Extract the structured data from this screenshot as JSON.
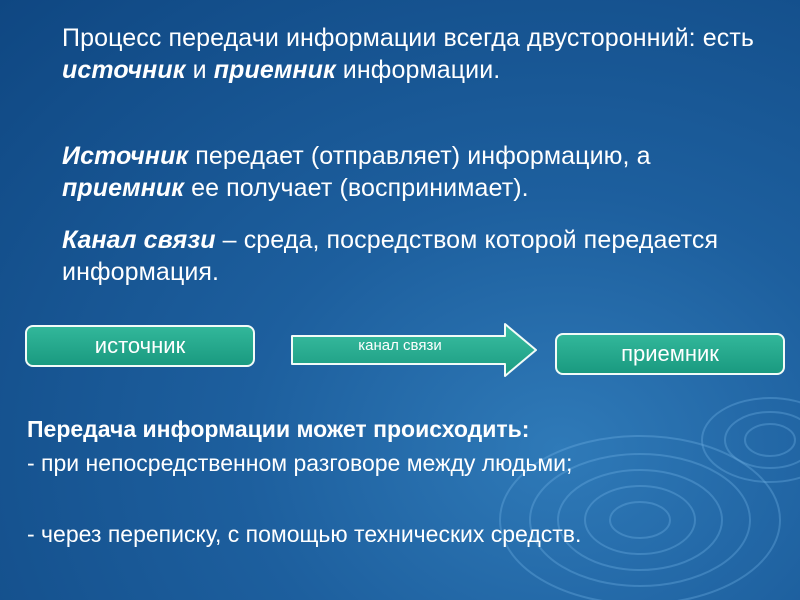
{
  "paragraph1": {
    "t1": "Процесс передачи информации всегда двусторонний: есть ",
    "source": "источник",
    "t2": " и ",
    "receiver": "приемник",
    "t3": " информации."
  },
  "paragraph2": {
    "source": "Источник",
    "t1": " передает (отправляет) информацию, а ",
    "receiver": "приемник",
    "t2": " ее получает (воспринимает)."
  },
  "paragraph3": {
    "channel": "Канал связи",
    "t1": " – среда, посредством которой передается информация."
  },
  "diagram": {
    "source_label": "источник",
    "channel_label": "канал связи",
    "receiver_label": "приемник"
  },
  "bottom": {
    "title": "Передача информации может происходить:",
    "line1": "- при непосредственном разговоре между людьми;",
    "line2": "- через переписку, с помощью технических средств."
  },
  "colors": {
    "background": "#1d5f9e",
    "box_fill": "#2aae92",
    "text": "#ffffff"
  }
}
